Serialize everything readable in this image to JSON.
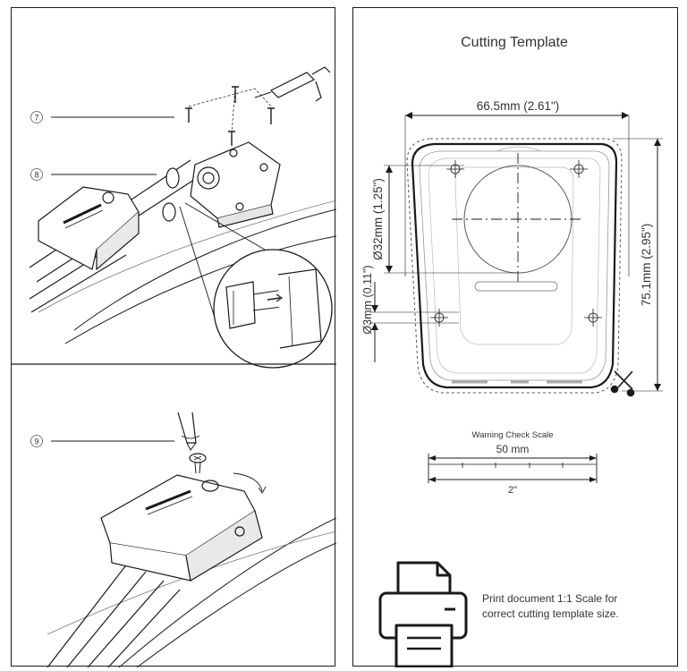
{
  "steps": [
    {
      "number": "7"
    },
    {
      "number": "8"
    },
    {
      "number": "9"
    }
  ],
  "template": {
    "title": "Cutting Template",
    "width_label": "66.5mm (2.61\")",
    "height_label": "75.1mm (2.95\")",
    "large_hole_label": "Ø32mm (1.25\")",
    "small_hole_label": "Ø3mm (0.11\")",
    "cut_icon": "scissors-icon"
  },
  "scale_check": {
    "title": "Warning Check Scale",
    "metric_label": "50 mm",
    "imperial_label": "2\""
  },
  "print_note": {
    "icon": "printer-icon",
    "line1": "Print document 1:1 Scale for",
    "line2": "correct cutting template size."
  },
  "colors": {
    "line": "#1a1a1a",
    "muted": "#888888"
  }
}
